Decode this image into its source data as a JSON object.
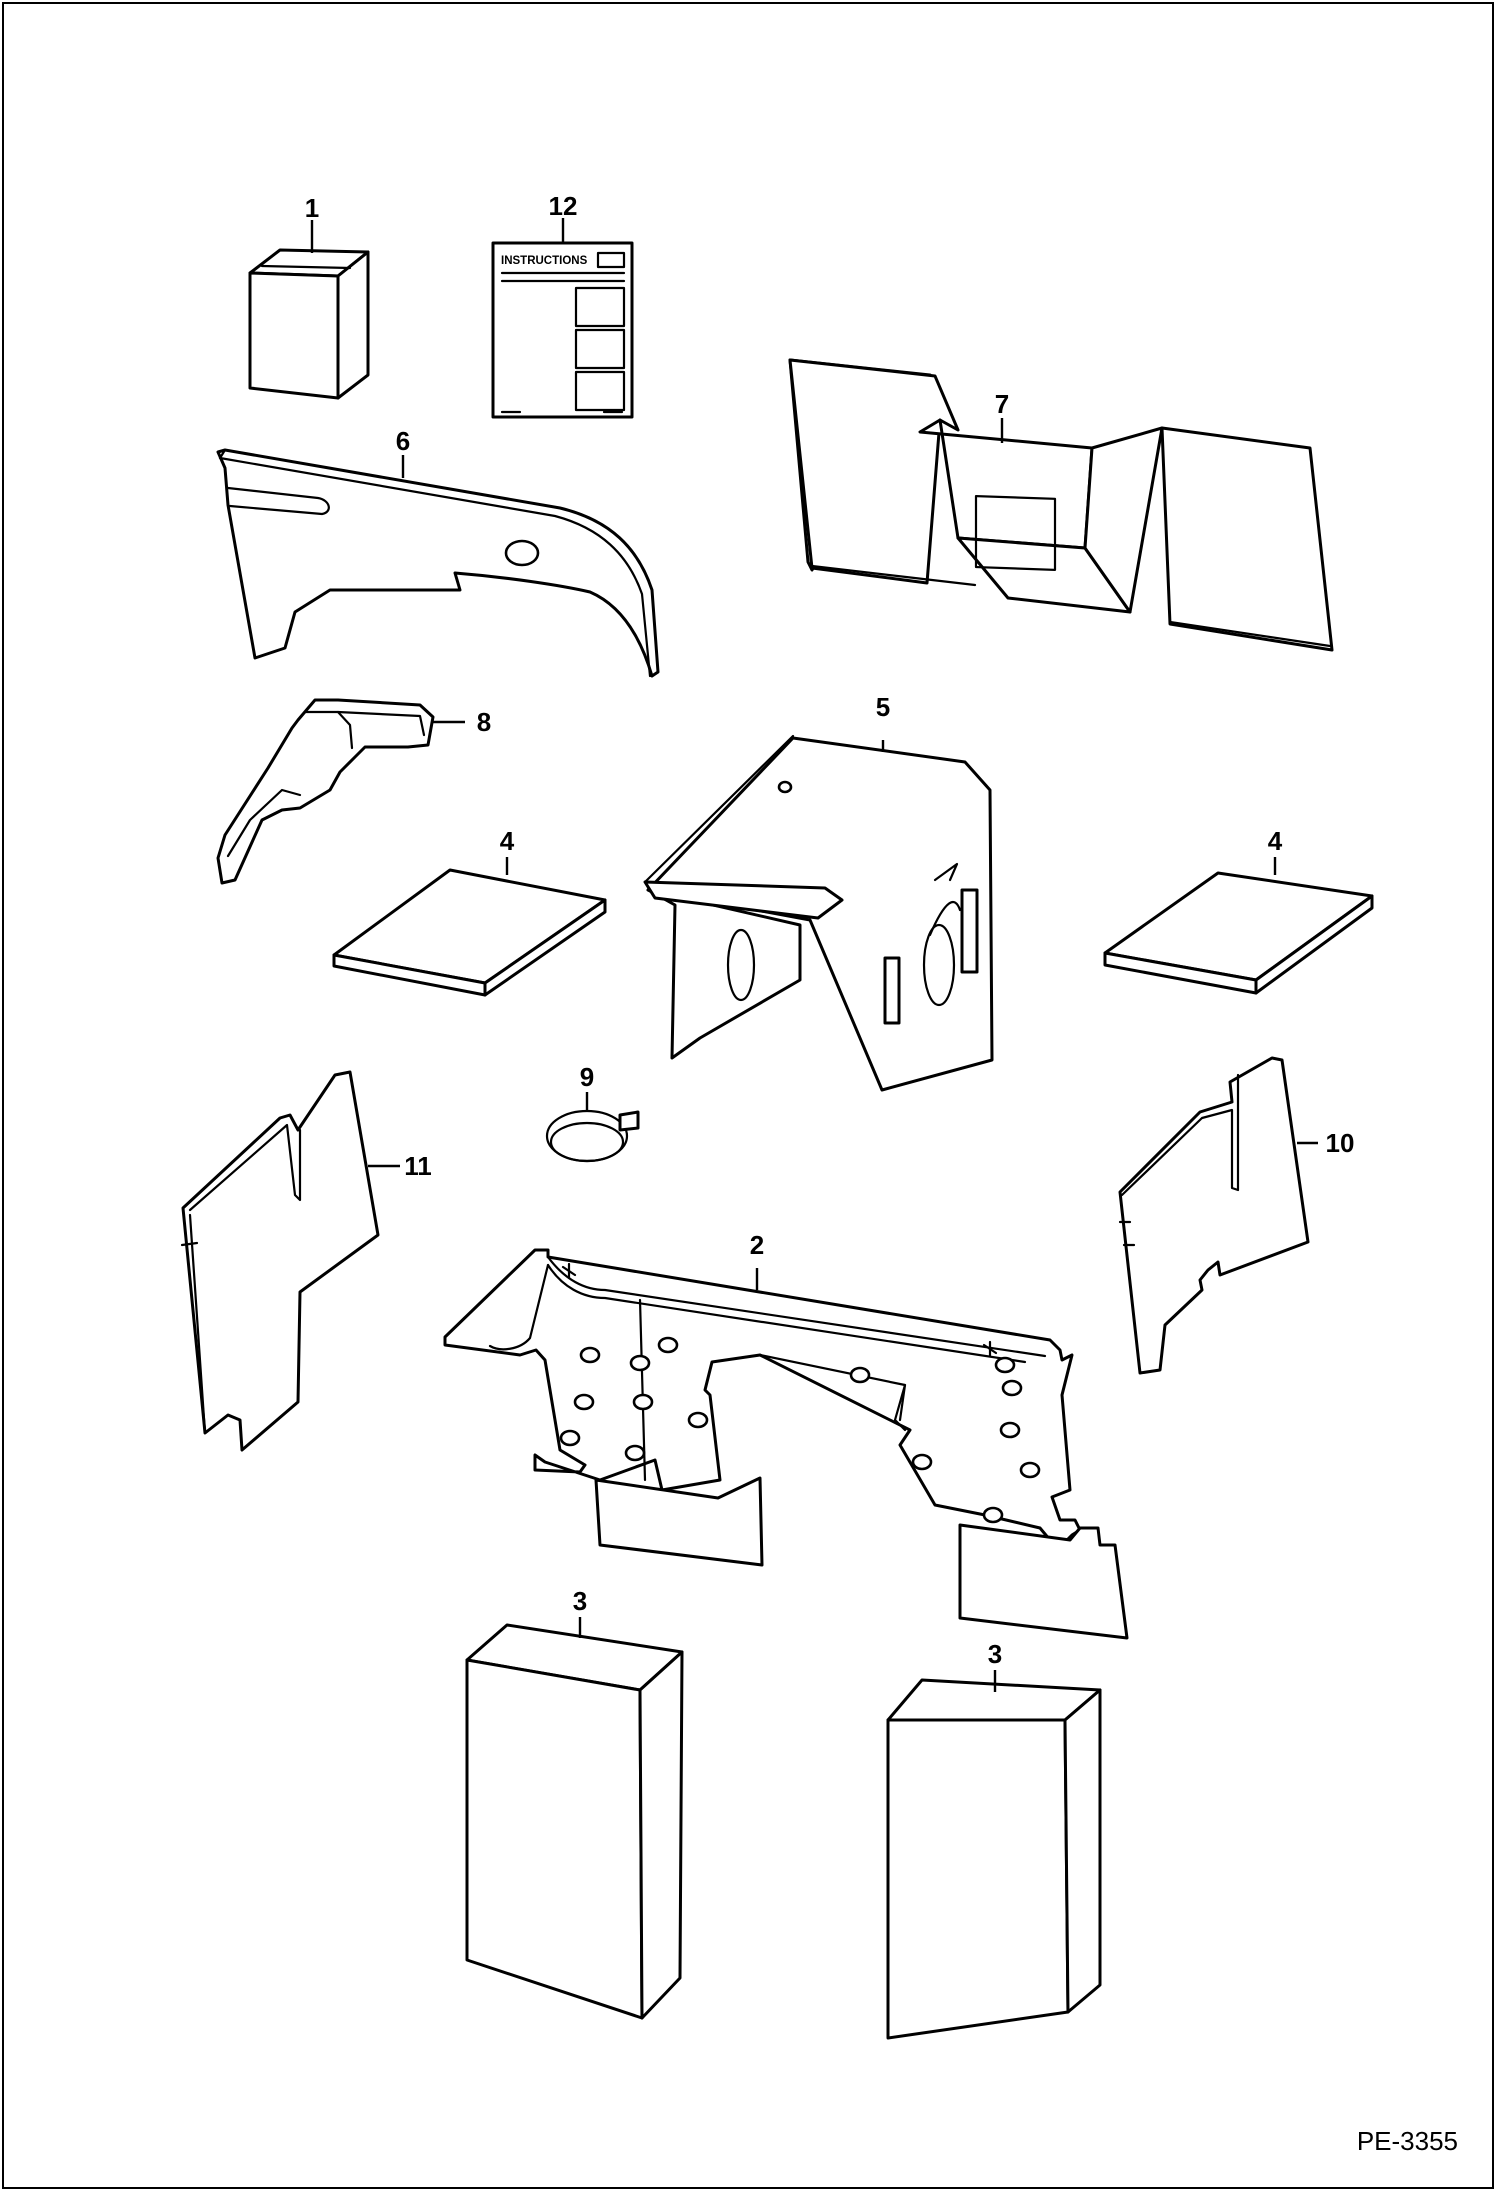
{
  "drawing_code": "PE-3355",
  "instruction_sheet": {
    "title": "INSTRUCTIONS"
  },
  "callouts": [
    {
      "id": "c1",
      "label": "1"
    },
    {
      "id": "c12",
      "label": "12"
    },
    {
      "id": "c7",
      "label": "7"
    },
    {
      "id": "c6",
      "label": "6"
    },
    {
      "id": "c8",
      "label": "8"
    },
    {
      "id": "c5",
      "label": "5"
    },
    {
      "id": "c4a",
      "label": "4"
    },
    {
      "id": "c4b",
      "label": "4"
    },
    {
      "id": "c9",
      "label": "9"
    },
    {
      "id": "c11",
      "label": "11"
    },
    {
      "id": "c10",
      "label": "10"
    },
    {
      "id": "c2",
      "label": "2"
    },
    {
      "id": "c3a",
      "label": "3"
    },
    {
      "id": "c3b",
      "label": "3"
    }
  ]
}
